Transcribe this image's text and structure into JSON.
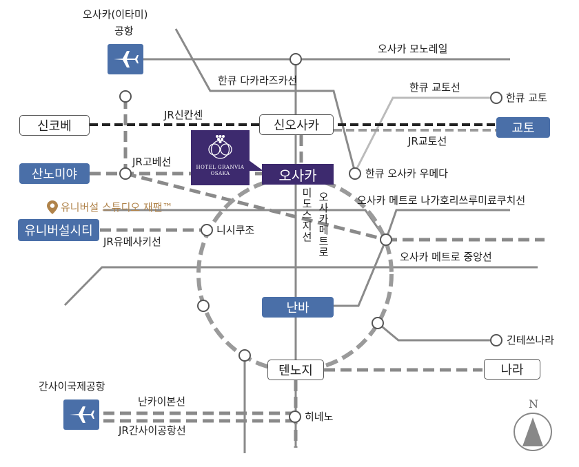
{
  "airports": {
    "itami": {
      "line1": "오사카(이타미)",
      "line2": "공항"
    },
    "kansai": {
      "label": "간사이국제공항"
    }
  },
  "lines": {
    "monorail": "오사카 모노레일",
    "hankyu_takarazuka": "한큐 다카라즈카선",
    "hankyu_kyoto": "한큐 교토선",
    "jr_shinkansen": "JR신칸센",
    "jr_kyoto": "JR교토선",
    "jr_kobe": "JR고베선",
    "nagahori": "오사카 메트로 나가호리쓰루미료쿠치선",
    "jr_yumesaki": "JR유메사키선",
    "chuo": "오사카 메트로 중앙선",
    "midosuji": "미도스지선",
    "osaka_metro": "오사카메트로",
    "nankai": "난카이본선",
    "jr_kansai_airport": "JR간사이공항선"
  },
  "stations": {
    "shin_kobe": "신코베",
    "shin_osaka": "신오사카",
    "kyoto": "교토",
    "hankyu_kyoto": "한큐 교토",
    "hankyu_umeda": "한큐 오사카 우메다",
    "sannomiya": "산노미야",
    "osaka": "오사카",
    "universal_city": "유니버설시티",
    "nishikujo": "니시쿠조",
    "namba": "난바",
    "kintetsu_nara": "긴테쓰나라",
    "tennoji": "텐노지",
    "nara": "나라",
    "hinenoo": "히네노"
  },
  "hotel": {
    "name": "HOTEL GRANVIA",
    "city": "OSAKA"
  },
  "poi": {
    "usj": "유니버설 스튜디오 재팬™"
  },
  "compass": {
    "north": "N"
  },
  "colors": {
    "navy_box": "#4a6fa8",
    "purple_box": "#3d2a6e",
    "poi_text": "#b0834a",
    "line_gray": "#888888"
  }
}
